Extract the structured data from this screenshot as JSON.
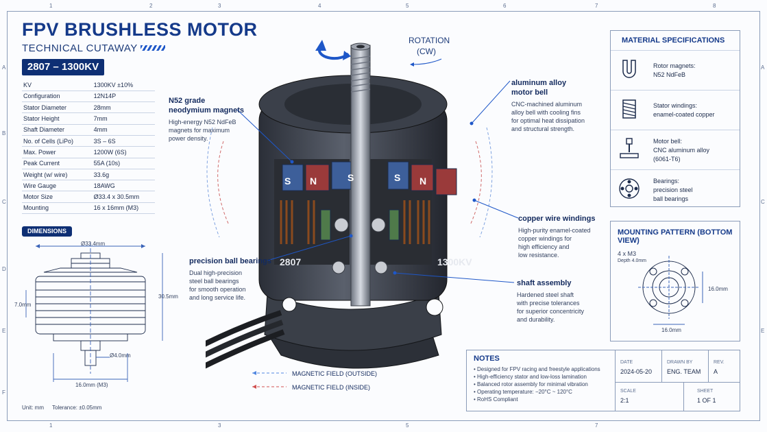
{
  "header": {
    "title": "FPV BRUSHLESS MOTOR",
    "subtitle": "TECHNICAL CUTAWAY",
    "model": "2807 – 1300KV"
  },
  "grid_labels": {
    "columns": [
      "1",
      "2",
      "3",
      "4",
      "5",
      "6",
      "7",
      "8"
    ],
    "rows": [
      "A",
      "B",
      "C",
      "D",
      "E",
      "F"
    ]
  },
  "specs": [
    {
      "label": "KV",
      "value": "1300KV ±10%"
    },
    {
      "label": "Configuration",
      "value": "12N14P"
    },
    {
      "label": "Stator Diameter",
      "value": "28mm"
    },
    {
      "label": "Stator Height",
      "value": "7mm"
    },
    {
      "label": "Shaft Diameter",
      "value": "4mm"
    },
    {
      "label": "No. of Cells (LiPo)",
      "value": "3S – 6S"
    },
    {
      "label": "Max. Power",
      "value": "1200W (6S)"
    },
    {
      "label": "Peak Current",
      "value": "55A (10s)"
    },
    {
      "label": "Weight (w/ wire)",
      "value": "33.6g"
    },
    {
      "label": "Wire Gauge",
      "value": "18AWG"
    },
    {
      "label": "Motor Size",
      "value": "Ø33.4 x 30.5mm"
    },
    {
      "label": "Mounting",
      "value": "16 x 16mm (M3)"
    }
  ],
  "dimensions": {
    "title": "DIMENSIONS",
    "diameter": "Ø33.4mm",
    "height": "30.5mm",
    "stator_h": "7.0mm",
    "shaft": "Ø4.0mm",
    "mount": "16.0mm (M3)",
    "units": "Unit: mm",
    "tolerance": "Tolerance: ±0.05mm"
  },
  "rotation": {
    "label": "ROTATION",
    "dir": "(CW)"
  },
  "callouts": {
    "magnets": {
      "title1": "N52 grade",
      "title2": "neodymium magnets",
      "text1": "High-energy N52 NdFeB",
      "text2": "magnets for maximum",
      "text3": "power density."
    },
    "bell": {
      "title1": "aluminum alloy",
      "title2": "motor bell",
      "text1": "CNC-machined aluminum",
      "text2": "alloy bell with cooling fins",
      "text3": "for optimal heat dissipation",
      "text4": "and structural strength."
    },
    "windings": {
      "title": "copper wire windings",
      "text1": "High-purity enamel-coated",
      "text2": "copper windings for",
      "text3": "high efficiency and",
      "text4": "low resistance."
    },
    "bearings": {
      "title": "precision ball bearings",
      "text1": "Dual high-precision",
      "text2": "steel ball bearings",
      "text3": "for smooth operation",
      "text4": "and long service life."
    },
    "shaft": {
      "title": "shaft assembly",
      "text1": "Hardened steel shaft",
      "text2": "with precise tolerances",
      "text3": "for superior concentricity",
      "text4": "and durability."
    }
  },
  "motor_labels": {
    "left": "2807",
    "right": "1300KV",
    "pole_n": "N",
    "pole_s": "S"
  },
  "legend": {
    "outside": "MAGNETIC FIELD (OUTSIDE)",
    "inside": "MAGNETIC FIELD (INSIDE)"
  },
  "materials": {
    "title": "MATERIAL SPECIFICATIONS",
    "items": [
      {
        "name": "magnet-icon",
        "line1": "Rotor magnets:",
        "line2": "N52 NdFeB",
        "line3": ""
      },
      {
        "name": "coil-icon",
        "line1": "Stator windings:",
        "line2": "enamel-coated copper",
        "line3": ""
      },
      {
        "name": "mill-icon",
        "line1": "Motor bell:",
        "line2": "CNC aluminum alloy",
        "line3": "(6061-T6)"
      },
      {
        "name": "bearing-icon",
        "line1": "Bearings:",
        "line2": "precision steel",
        "line3": "ball bearings"
      }
    ]
  },
  "mounting": {
    "title": "MOUNTING PATTERN (BOTTOM VIEW)",
    "screws": "4 x M3",
    "depth": "Depth 4.0mm",
    "dim_v": "16.0mm",
    "dim_h": "16.0mm"
  },
  "notes": {
    "title": "NOTES",
    "items": [
      "• Designed for FPV racing and freestyle applications",
      "• High-efficiency stator and low-loss lamination",
      "• Balanced rotor assembly for minimal vibration",
      "• Operating temperature: −20°C ~ 120°C",
      "• RoHS Compliant"
    ]
  },
  "title_block": {
    "date_label": "DATE",
    "date": "2024-05-20",
    "drawn_label": "DRAWN BY",
    "drawn": "ENG. TEAM",
    "rev_label": "REV.",
    "rev": "A",
    "scale_label": "SCALE",
    "scale": "2:1",
    "sheet_label": "SHEET",
    "sheet": "1 OF 1"
  },
  "colors": {
    "navy": "#0e2f74",
    "accent": "#1e57c8",
    "copper": "#b5602a",
    "magnet_blue": "#3d5f9a",
    "magnet_red": "#9a3a3a"
  }
}
